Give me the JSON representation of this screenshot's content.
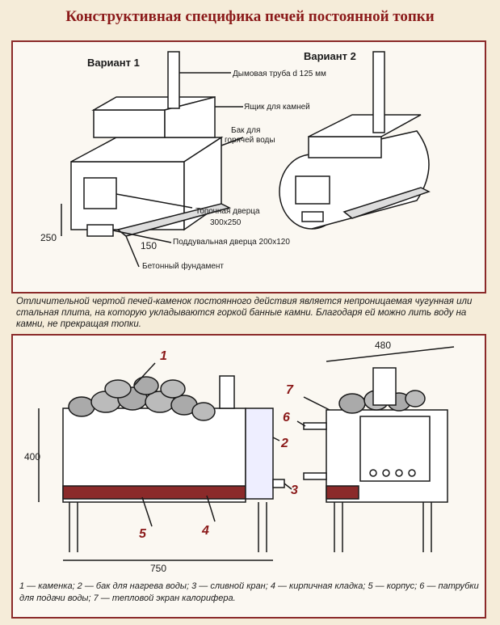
{
  "title": "Конструктивная специфика печей постоянной топки",
  "top_diagram": {
    "variant1": "Вариант 1",
    "variant2": "Вариант 2",
    "labels": {
      "chimney": "Дымовая труба d 125 мм",
      "stone_box": "Ящик для камней",
      "water_tank_line1": "Бак для",
      "water_tank_line2": "горячей воды",
      "fire_door_line1": "Топочная дверца",
      "fire_door_line2": "300x250",
      "ash_door": "Поддувальная дверца 200x120",
      "foundation": "Бетонный фундамент",
      "dim_250": "250",
      "dim_150": "150"
    }
  },
  "caption": "Отличительной чертой печей-каменок постоянного действия является непроницаемая чугунная или стальная плита, на которую укладываются горкой банные камни. Благодаря ей можно лить воду на камни, не прекращая топки.",
  "bottom_diagram": {
    "dims": {
      "width": "750",
      "height": "400",
      "depth": "480"
    },
    "numbers": [
      "1",
      "2",
      "3",
      "4",
      "5",
      "6",
      "7"
    ],
    "legend": "1 — каменка; 2 — бак для нагрева воды; 3 — сливной кран; 4 — кирпичная кладка; 5 — корпус; 6 — патрубки для подачи воды; 7 — тепловой экран калорифера."
  },
  "colors": {
    "accent": "#8b1a1a",
    "frame": "#8b2a2a",
    "background": "#f5ecd9"
  }
}
